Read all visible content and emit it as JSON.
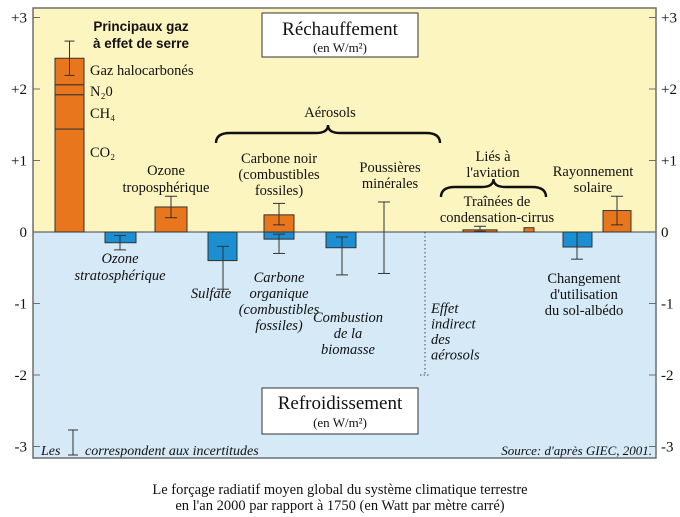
{
  "chart_data": {
    "type": "bar",
    "ylim": [
      -3.3,
      3.3
    ],
    "yticks": [
      3,
      2,
      1,
      0,
      -1,
      -2,
      -3
    ],
    "ytick_labels": [
      "+3",
      "+2",
      "+1",
      "0",
      "-1",
      "-2",
      "-3"
    ],
    "colors": {
      "warming_bg": "#fdf5c0",
      "cooling_bg": "#d5e9f6",
      "positive_bar": "#e8761d",
      "negative_bar": "#1b8fd1",
      "frame": "#6e6e6e"
    },
    "warming_box": {
      "title": "Réchauffement",
      "unit": "(en W/m²)"
    },
    "cooling_box": {
      "title": "Refroidissement",
      "unit": "(en W/m²)"
    },
    "bars": [
      {
        "id": "ghg",
        "value": 2.43,
        "err": [
          2.19,
          2.67
        ],
        "stack": [
          1.44,
          0.48,
          0.14,
          0.37
        ]
      },
      {
        "id": "ozone-strat",
        "value": -0.15,
        "err": [
          -0.25,
          -0.05
        ]
      },
      {
        "id": "ozone-trop",
        "value": 0.35,
        "err": [
          0.2,
          0.5
        ]
      },
      {
        "id": "sulfate",
        "value": -0.4,
        "err": [
          -0.8,
          -0.2
        ]
      },
      {
        "id": "carbone-noir",
        "value": 0.24,
        "err": [
          0.1,
          0.4
        ]
      },
      {
        "id": "carbone-organique",
        "value": -0.1,
        "err": [
          -0.3,
          -0.03
        ]
      },
      {
        "id": "combustion-biomasse",
        "value": -0.22,
        "err": [
          -0.6,
          -0.07
        ]
      },
      {
        "id": "poussieres",
        "value": 0.0,
        "err": [
          -0.58,
          0.42
        ]
      },
      {
        "id": "effet-indirect",
        "value": 0.0,
        "err": [
          -2.0,
          0.0
        ]
      },
      {
        "id": "aviation-contrails",
        "value": 0.03,
        "err": [
          0.01,
          0.08
        ]
      },
      {
        "id": "aviation-cirrus",
        "value": 0.06,
        "err": [
          0.0,
          0.06
        ]
      },
      {
        "id": "albedo",
        "value": -0.21,
        "err": [
          -0.38,
          0.0
        ]
      },
      {
        "id": "solaire",
        "value": 0.3,
        "err": [
          0.1,
          0.5
        ]
      }
    ],
    "labels": {
      "ghg_title": [
        "Principaux gaz",
        "à effet de serre"
      ],
      "halocarbones": "Gaz halocarbonés",
      "n2o": "N₂0",
      "ch4": "CH₄",
      "co2": "CO₂",
      "ozone_trop": [
        "Ozone",
        "troposphérique"
      ],
      "ozone_strat": [
        "Ozone",
        "stratosphérique"
      ],
      "aerosols": "Aérosols",
      "carbone_noir": [
        "Carbone noir",
        "(combustibles",
        "fossiles)"
      ],
      "poussieres": [
        "Poussières",
        "minérales"
      ],
      "sulfate": "Sulfate",
      "carbone_organique": [
        "Carbone",
        "organique",
        "(combustibles",
        "fossiles)"
      ],
      "combustion": [
        "Combustion",
        "de la",
        "biomasse"
      ],
      "effet_indirect": [
        "Effet",
        "indirect",
        "des",
        "aérosols"
      ],
      "aviation": [
        "Liés à",
        "l'aviation"
      ],
      "trainees": [
        "Traînées de",
        "condensation-cirrus"
      ],
      "rayonnement": [
        "Rayonnement",
        "solaire"
      ],
      "albedo": [
        "Changement",
        "d'utilisation",
        "du sol-albédo"
      ],
      "legend_les": "Les",
      "legend_text": "correspondent aux incertitudes",
      "source": "Source: d'après GIEC, 2001."
    }
  },
  "caption": {
    "line1": "Le forçage radiatif moyen global du système climatique terrestre",
    "line2": "en l'an 2000 par rapport à 1750 (en Watt par mètre carré)"
  }
}
